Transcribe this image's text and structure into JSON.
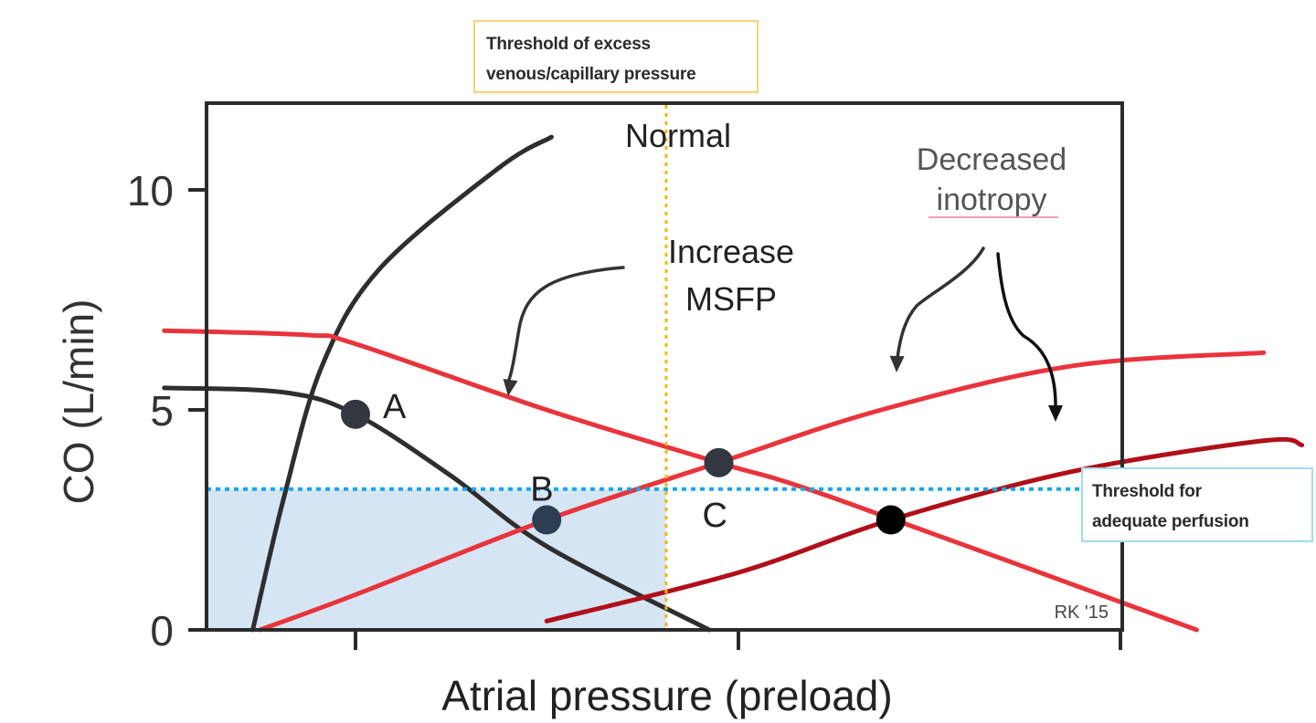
{
  "chart_data": {
    "type": "line",
    "xlabel": "Atrial pressure (preload)",
    "ylabel": "CO (L/min)",
    "ylim": [
      0,
      12
    ],
    "yticks": [
      "0",
      "5",
      "10"
    ],
    "xticks": [
      "",
      ""
    ],
    "grid": false,
    "series": [
      {
        "name": "Normal",
        "values": [
          [
            -2.15,
            0
          ],
          [
            -1.5,
            3
          ],
          [
            -0.7,
            6
          ],
          [
            0.5,
            8.2
          ],
          [
            3,
            10.5
          ],
          [
            4.1,
            11.2
          ]
        ]
      },
      {
        "name": "",
        "values": [
          [
            -4,
            5.5
          ],
          [
            -1.5,
            5.4
          ],
          [
            0,
            4.9
          ],
          [
            2,
            3.5
          ],
          [
            4,
            1.9
          ],
          [
            7.4,
            0
          ]
        ]
      },
      {
        "name": "",
        "values": [
          [
            -4,
            6.8
          ],
          [
            -1,
            6.7
          ],
          [
            0,
            6.5
          ],
          [
            4,
            5
          ],
          [
            7.6,
            3.8
          ],
          [
            10,
            3
          ],
          [
            17.6,
            0
          ]
        ]
      },
      {
        "name": "",
        "values": [
          [
            -2,
            0
          ],
          [
            0,
            0.8
          ],
          [
            4,
            2.5
          ],
          [
            7.6,
            3.8
          ],
          [
            11,
            5
          ],
          [
            15,
            6
          ],
          [
            19,
            6.3
          ]
        ]
      },
      {
        "name": "",
        "values": [
          [
            4,
            0.2
          ],
          [
            8,
            1.3
          ],
          [
            11.2,
            2.5
          ],
          [
            15,
            3.6
          ],
          [
            19,
            4.3
          ],
          [
            19.8,
            4.2
          ]
        ]
      }
    ],
    "points": [
      {
        "label": "A",
        "x": 0,
        "y": 4.9
      },
      {
        "label": "B",
        "x": 4,
        "y": 2.5
      },
      {
        "label": "C",
        "x": 7.6,
        "y": 3.8
      },
      {
        "label": "",
        "x": 11.2,
        "y": 2.5
      }
    ],
    "annotations": {
      "normal": "Normal",
      "increase_msfp": [
        "Increase",
        "MSFP"
      ],
      "decreased_inotropy": [
        "Decreased",
        "inotropy"
      ],
      "credit": "RK '15"
    },
    "thresholds": {
      "venous_capillary": {
        "x": 6.5,
        "label": [
          "Threshold of excess",
          "venous/capillary pressure"
        ]
      },
      "perfusion": {
        "y": 3.2,
        "label": [
          "Threshold for",
          "adequate perfusion"
        ]
      }
    },
    "colors": {
      "dark": "#2e2e30",
      "red": "#e8343c",
      "red_faded": "#c8474f",
      "dark_red": "#b00f19",
      "point_dark": "#333740",
      "point_black": "#000000",
      "point_blue": "#2e3e52",
      "shade": "#d6e5f3",
      "orange": "#f5b800",
      "blue": "#14a8e8"
    }
  }
}
